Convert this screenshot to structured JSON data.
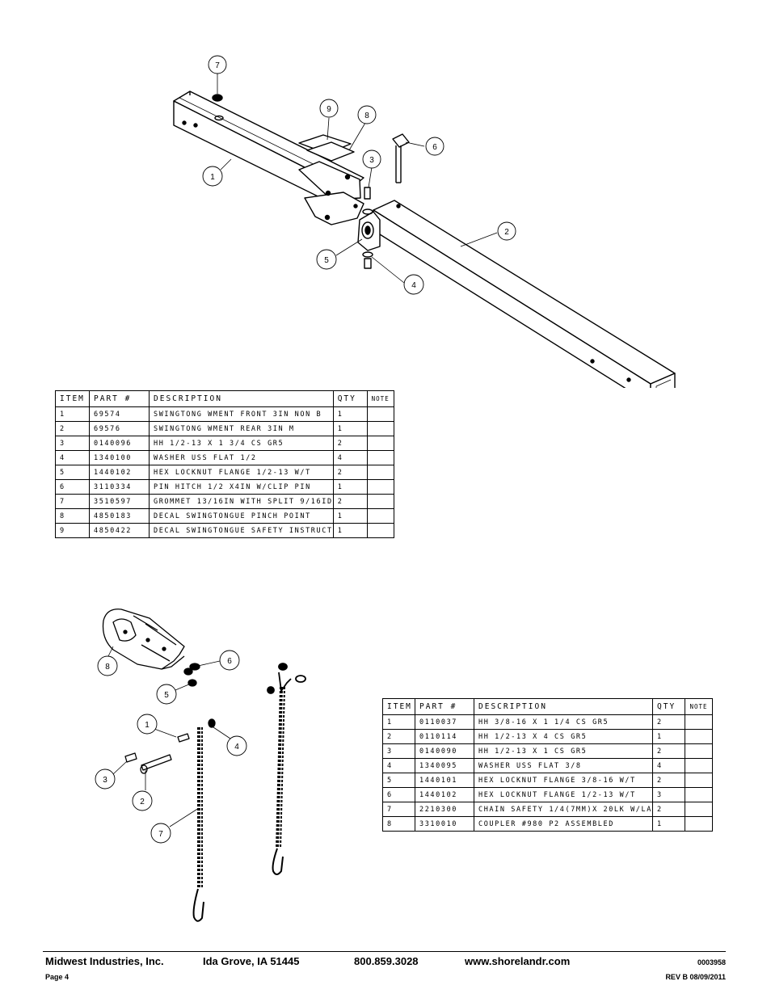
{
  "drawing1": {
    "balloons": [
      "7",
      "9",
      "8",
      "6",
      "3",
      "1",
      "2",
      "5",
      "4"
    ]
  },
  "table1": {
    "headers": [
      "ITEM",
      "PART #",
      "DESCRIPTION",
      "QTY",
      "NOTE"
    ],
    "rows": [
      [
        "1",
        "69574",
        "SWINGTONG WMENT FRONT 3IN NON B",
        "1",
        ""
      ],
      [
        "2",
        "69576",
        "SWINGTONG WMENT REAR 3IN M",
        "1",
        ""
      ],
      [
        "3",
        "0140096",
        "HH 1/2-13 X 1 3/4 CS GR5",
        "2",
        ""
      ],
      [
        "4",
        "1340100",
        "WASHER USS FLAT 1/2",
        "4",
        ""
      ],
      [
        "5",
        "1440102",
        "HEX LOCKNUT FLANGE 1/2-13 W/T",
        "2",
        ""
      ],
      [
        "6",
        "3110334",
        "PIN HITCH 1/2 X4IN W/CLIP PIN",
        "1",
        ""
      ],
      [
        "7",
        "3510597",
        "GROMMET 13/16IN  WITH SPLIT 9/16ID",
        "2",
        ""
      ],
      [
        "8",
        "4850183",
        "DECAL SWINGTONGUE PINCH POINT",
        "1",
        ""
      ],
      [
        "9",
        "4850422",
        "DECAL SWINGTONGUE SAFETY INSTRUCT",
        "1",
        ""
      ]
    ]
  },
  "drawing2": {
    "balloons": [
      "8",
      "6",
      "5",
      "1",
      "4",
      "3",
      "2",
      "7"
    ]
  },
  "table2": {
    "headers": [
      "ITEM",
      "PART #",
      "DESCRIPTION",
      "QTY",
      "NOTE"
    ],
    "rows": [
      [
        "1",
        "0110037",
        "HH 3/8-16 X 1 1/4 CS GR5",
        "2",
        ""
      ],
      [
        "2",
        "0110114",
        "HH 1/2-13 X 4 CS GR5",
        "1",
        ""
      ],
      [
        "3",
        "0140090",
        "HH 1/2-13 X 1 CS GR5",
        "2",
        ""
      ],
      [
        "4",
        "1340095",
        "WASHER USS FLAT 3/8",
        "4",
        ""
      ],
      [
        "5",
        "1440101",
        "HEX LOCKNUT FLANGE 3/8-16 W/T",
        "2",
        ""
      ],
      [
        "6",
        "1440102",
        "HEX LOCKNUT FLANGE 1/2-13 W/T",
        "3",
        ""
      ],
      [
        "7",
        "2210300",
        "CHAIN SAFETY 1/4(7MM)X 20LK W/LA",
        "2",
        ""
      ],
      [
        "8",
        "3310010",
        "COUPLER #980 P2 ASSEMBLED",
        "1",
        ""
      ]
    ]
  },
  "footer": {
    "company": "Midwest Industries, Inc.",
    "location": "Ida Grove, IA  51445",
    "phone": "800.859.3028",
    "website": "www.shorelandr.com",
    "doc_number": "0003958",
    "page": "Page 4",
    "revision": "REV B 08/09/2011"
  }
}
